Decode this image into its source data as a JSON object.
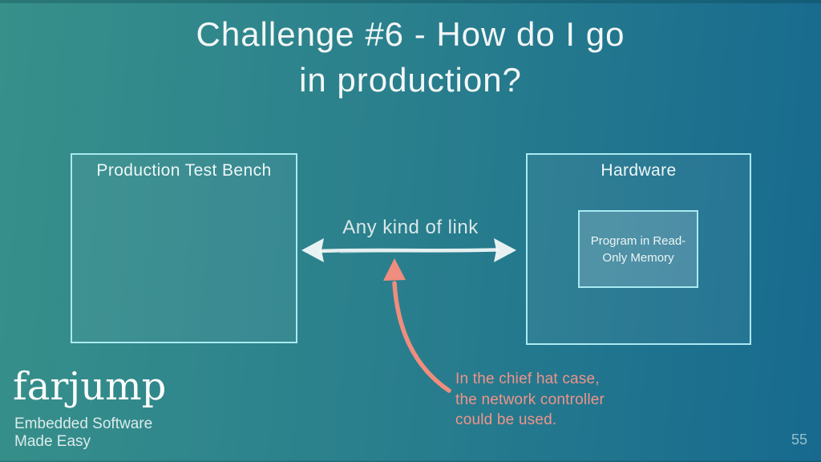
{
  "slide": {
    "title": {
      "line1": "Challenge #6 - How do I go",
      "line2": "in production?"
    },
    "page_number": "55"
  },
  "diagram": {
    "left_box": {
      "label": "Production Test Bench"
    },
    "right_box": {
      "label": "Hardware",
      "inner_box": {
        "label": "Program in Read-Only Memory"
      }
    },
    "link_label": "Any kind of link",
    "annotation": "In the chief hat case,\nthe network controller\ncould be used."
  },
  "footer": {
    "logo_text": "farjump",
    "tagline_line1": "Embedded Software",
    "tagline_line2": "Made Easy"
  },
  "colors": {
    "bg_left": "#37908a",
    "bg_right": "#176a8e",
    "box_border": "#a9eaf2",
    "arrow_white": "#f2f8f8",
    "accent_coral": "#ef8d7e",
    "annotation_text": "#f0948a"
  }
}
